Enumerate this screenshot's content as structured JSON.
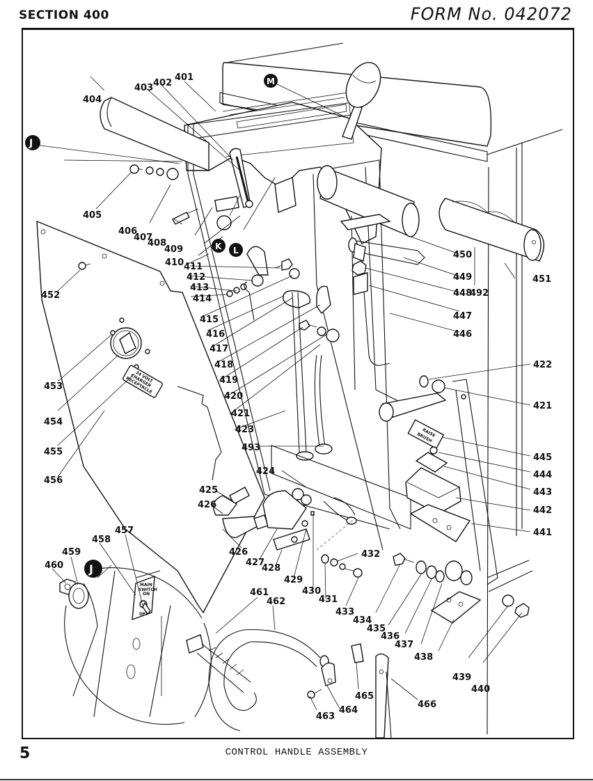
{
  "header": {
    "section": "SECTION 400",
    "form_number": "FORM No. 042072"
  },
  "footer": {
    "page_number": "5",
    "caption": "CONTROL HANDLE ASSEMBLY"
  },
  "callouts": {
    "J_top": "J",
    "K": "K",
    "L": "L",
    "M": "M",
    "J_detail": "J"
  },
  "decals": {
    "charger": [
      "24 VOLT",
      "CHARGER",
      "RECEPTACLE"
    ],
    "main_switch": [
      "MAIN",
      "SWITCH",
      "ON",
      "OFF"
    ],
    "raise_brush": [
      "RAISE",
      "BRUSH"
    ]
  },
  "part_labels": {
    "p401": "401",
    "p402": "402",
    "p403": "403",
    "p404": "404",
    "p405": "405",
    "p406": "406",
    "p407": "407",
    "p408": "408",
    "p409": "409",
    "p410": "410",
    "p411": "411",
    "p412": "412",
    "p413": "413",
    "p414": "414",
    "p415": "415",
    "p416": "416",
    "p417": "417",
    "p418": "418",
    "p419": "419",
    "p420": "420",
    "p421a": "421",
    "p421b": "421",
    "p422": "422",
    "p423": "423",
    "p424": "424",
    "p425": "425",
    "p426a": "426",
    "p426b": "426",
    "p427": "427",
    "p428": "428",
    "p429": "429",
    "p430": "430",
    "p431": "431",
    "p432": "432",
    "p433": "433",
    "p434": "434",
    "p435": "435",
    "p436": "436",
    "p437": "437",
    "p438": "438",
    "p439": "439",
    "p440": "440",
    "p441": "441",
    "p442": "442",
    "p443": "443",
    "p444": "444",
    "p445": "445",
    "p446": "446",
    "p447": "447",
    "p448": "448",
    "p449": "449",
    "p450": "450",
    "p451": "451",
    "p452": "452",
    "p453": "453",
    "p454": "454",
    "p455": "455",
    "p456": "456",
    "p457": "457",
    "p458": "458",
    "p459": "459",
    "p460": "460",
    "p461": "461",
    "p462": "462",
    "p463": "463",
    "p464": "464",
    "p465": "465",
    "p466": "466",
    "p492": "492",
    "p493": "493"
  }
}
